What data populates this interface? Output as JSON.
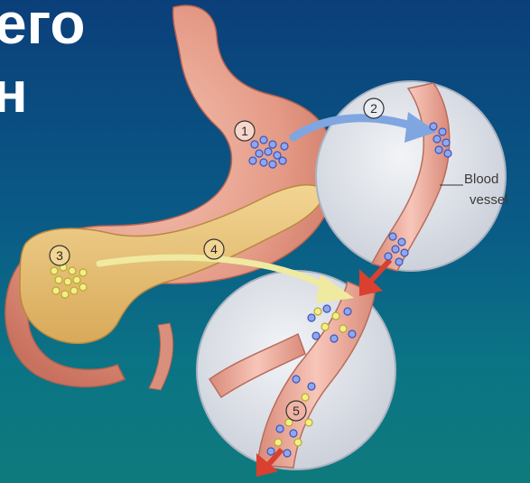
{
  "title": {
    "line1": "его",
    "line2": "н"
  },
  "diagram": {
    "markers": [
      "1",
      "2",
      "3",
      "4",
      "5"
    ],
    "vessel_label_line1": "Blood",
    "vessel_label_line2": "vessel"
  },
  "colors": {
    "background_top": "#0b3f7a",
    "background_bottom": "#0f7a7c",
    "stomach": "#e7a08e",
    "pancreas": "#e8c57a",
    "circle": "#dfe3ea",
    "vessel": "#f0b3a5",
    "arrow_blue": "#7fa6e0",
    "arrow_red": "#d9402f",
    "arrow_yellow": "#efeaa0",
    "cell_blue": "#4a63c9",
    "cell_yellow": "#e7e05a"
  }
}
